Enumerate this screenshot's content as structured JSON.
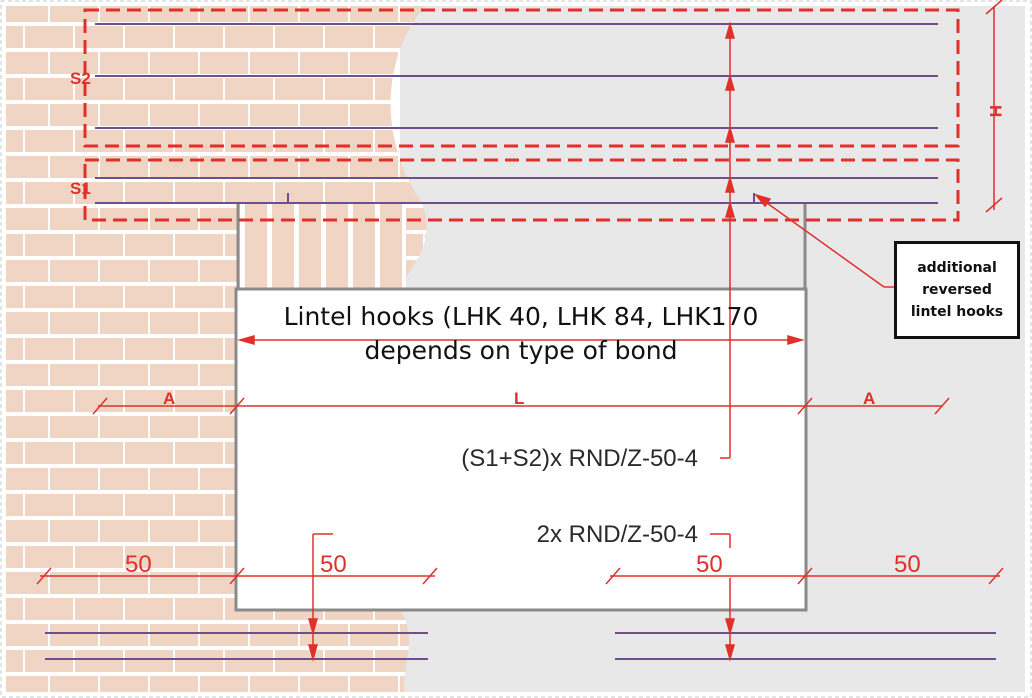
{
  "labels": {
    "s2": "S2",
    "s1": "S1",
    "h": "H",
    "a_left": "A",
    "l": "L",
    "a_right": "A",
    "dim_50_1": "50",
    "dim_50_2": "50",
    "dim_50_3": "50",
    "dim_50_4": "50"
  },
  "main_text": {
    "line1": "Lintel hooks (LHK 40, LHK 84, LHK170",
    "line2": "depends on type of bond"
  },
  "rebar_labels": {
    "top": "(S1+S2)x RND/Z-50-4",
    "bottom": "2x RND/Z-50-4"
  },
  "callout": {
    "line1": "additional",
    "line2": "reversed",
    "line3": "lintel hooks"
  },
  "colors": {
    "brick_fill": "#f1d5c4",
    "mortar": "#ffffff",
    "wall_background": "#e8e8e8",
    "dimension_red": "#e0302a",
    "rebar_purple": "#6e4f8c",
    "lintel_outline": "#8a8a8a"
  }
}
